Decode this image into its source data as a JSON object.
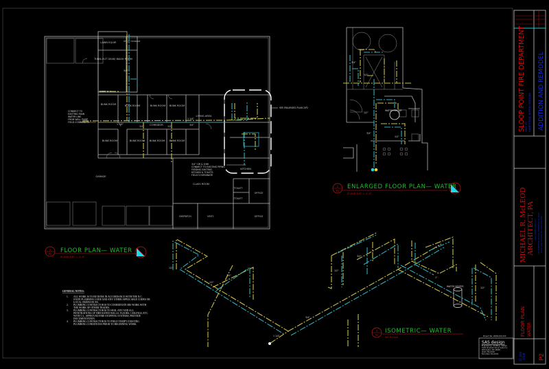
{
  "floor_plan": {
    "title": "FLOOR PLAN— WATER",
    "scale": "SCALE:1/8\" = 1'-0\"",
    "detail_num": "1",
    "sheet_ref": "P2",
    "rooms": {
      "lawn_equip": "LAWN EQUIP.",
      "utility_storage": "UTILITY STORAGE",
      "turnout": "TURN-OUT GEAR/ WASH ROOM",
      "compressor": "COMPRESSOR",
      "bunk": "BUNK ROOM",
      "corridor": "CORRIDOR",
      "living": "LIVING AREA",
      "kitchen": "KITCHEN",
      "class_room": "CLASS ROOM",
      "toilet": "TOILET",
      "office": "OFFICE",
      "dispatch": "DISPATCH",
      "vest": "VEST.",
      "garage": "GARAGE"
    },
    "notes": {
      "connect_main": [
        "CONNECT TO",
        "EXISTING MAIN",
        "WATER LINE",
        "FROM WELL PUMP",
        "FIELD COORDINATE"
      ],
      "connect_kitchen": [
        "3/4\" CW & 1HW",
        "CONNECT TO EXISTING PIPING",
        "FEEDING EXISTING",
        "KITCHEN & TOILETS",
        "FIELD COORDINATE"
      ],
      "see_enlarged": "SEE ENLARGED PLAN 2/P2",
      "pipe_sizes": [
        "3/4\"",
        "1 1/4\"",
        "1/2\"",
        "1/2\"",
        "3/4\"",
        "1 1/4\""
      ]
    }
  },
  "enlarged_plan": {
    "title": "ENLARGED FLOOR PLAN— WATER",
    "scale": "SCALE:1/4\" = 1'-0\"",
    "detail_num": "2",
    "sheet_ref": "P2",
    "water_heater": "WATER HEATER",
    "pipe_sizes": [
      "3/4\"",
      "1/2\"",
      "1/2\"",
      "3/4\"",
      "1/2\""
    ]
  },
  "isometric": {
    "title": "ISOMETRIC— WATER",
    "scale": "NO SCALE",
    "detail_num": "3",
    "sheet_ref": "P2",
    "water_heater": "WATER HEATER",
    "pipe_sizes": [
      "1/2\"",
      "3/4\"",
      "1/2\"",
      "1 1/4\"",
      "3/4\"",
      "1/2\"",
      "1\"",
      "3/4\"",
      "1/2\""
    ]
  },
  "general_notes": {
    "heading": "GENERAL NOTES:",
    "items": [
      {
        "num": "1.",
        "lines": [
          "ALL WORK IS TO BE DONE IN ACCORDANCE WITH THE N.C.",
          "STATE PLUMBING CODE AND ANY OTHER APPLICABLE CODES OR",
          "LOCAL ORDINANCES."
        ]
      },
      {
        "num": "2.",
        "lines": [
          "PLUMBING CONTRACTOR IS TO COORDINATE HIS WORK WITH",
          "THE WORK OF OTHER TRADES."
        ]
      },
      {
        "num": "3.",
        "lines": [
          "PLUMBING CONTRACTOR IS TO SEAL ANY AND ALL",
          "PENETRATIONS OF FIRE RATED WALLS, FLOORS, CEILINGS, ETC.",
          "WITH U.L. APPROVED FIRE-STOPPING SYSTEMS. PROVIDE",
          "DOCUMENTATION."
        ]
      },
      {
        "num": "4.",
        "lines": [
          "PLUMBING CONTRACTOR IS TO FIELD VERIFY EXISTING",
          "PLUMBING CONDITIONS PRIOR TO BEGINNING WORK."
        ]
      }
    ]
  },
  "engineer_stamp": {
    "project_no": "Project No. 2008-XXX-XXX",
    "firm": "SAS design",
    "lines": [
      "Engineering · Drafting · Design",
      "5120 Chisholm Drive, Suite 5-1",
      "Wilmington, NC 28405",
      "(910) 791-XXXX",
      "FAX (910) 791-XXXX"
    ]
  },
  "title_block": {
    "project": "SLOOP POINT FIRE DEPARTMENT",
    "address1": "HWY. 17",
    "address2": "HAMPSTEAD, NORTH CAROLINA",
    "scope": "ADDITION AND REMODEL",
    "architect1": "MICHAEL R. McLEOD",
    "architect2": "ARCHITECT, PA",
    "architect_web": "www.mcleodarchitect.com",
    "architect_addr": "124 HAMPSTEAD VILLAGE, HAMPSTEAD, NC 28443",
    "architect_phone": "Phone: (910) 270-XXXX  Fax: (910) 270-XXXX",
    "sheet_title1": "FLOOR PLAN",
    "sheet_title2": "WATER",
    "date1": "31 JULY",
    "date2": "2008",
    "sheet_no": "P2"
  },
  "colors": {
    "background": "#000000",
    "hot_water": "#c8c048",
    "cold_water": "#2fb0b8",
    "title": "#1fbf2a",
    "title_block_red": "#d01010",
    "title_block_blue": "#1a2fd0"
  }
}
